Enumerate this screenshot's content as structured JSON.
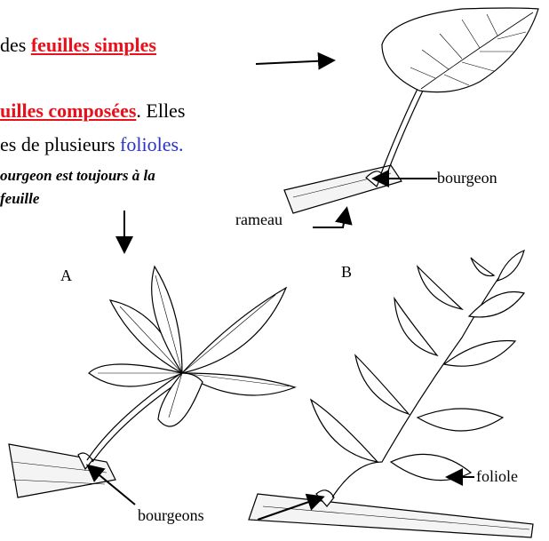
{
  "text": {
    "line1_pre": "des ",
    "line1_term": "feuilles simples",
    "line2_term": "uilles composées",
    "line2_post": ". Elles",
    "line3_pre": "es de plusieurs ",
    "line3_term": "folioles.",
    "line4": "ourgeon est toujours à la",
    "line5": "feuille"
  },
  "labels": {
    "bourgeon": "bourgeon",
    "rameau": "rameau",
    "panel_a": "A",
    "panel_b": "B",
    "foliole": "foliole",
    "bourgeons": "bourgeons"
  },
  "colors": {
    "term_red": "#e8101a",
    "term_blue": "#2a33c8"
  }
}
